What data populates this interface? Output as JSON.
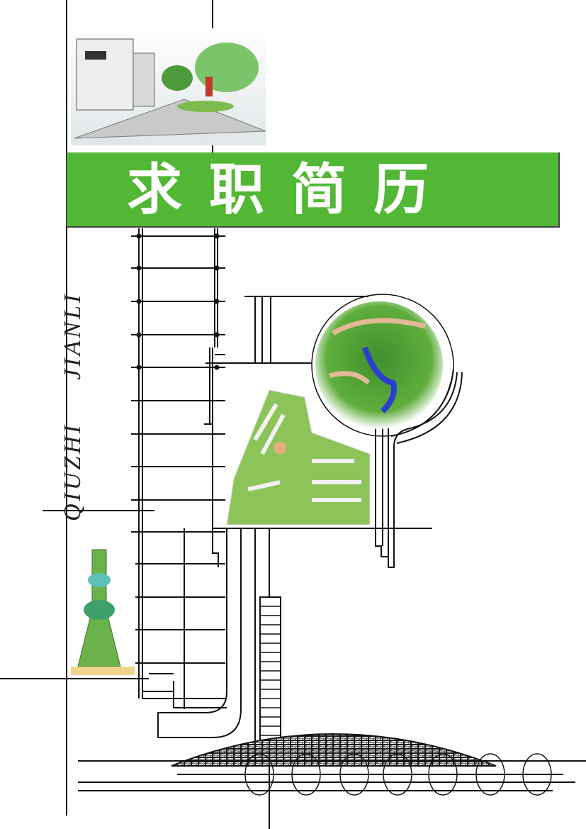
{
  "title": "求职简历",
  "vertical_text": {
    "word1": "QIUZHI",
    "word2": "JIANLI"
  },
  "colors": {
    "banner": "#52b734",
    "lines": "#111111"
  },
  "images": [
    "street-sketch",
    "tower-sketch",
    "round-site-plan",
    "site-plan"
  ]
}
